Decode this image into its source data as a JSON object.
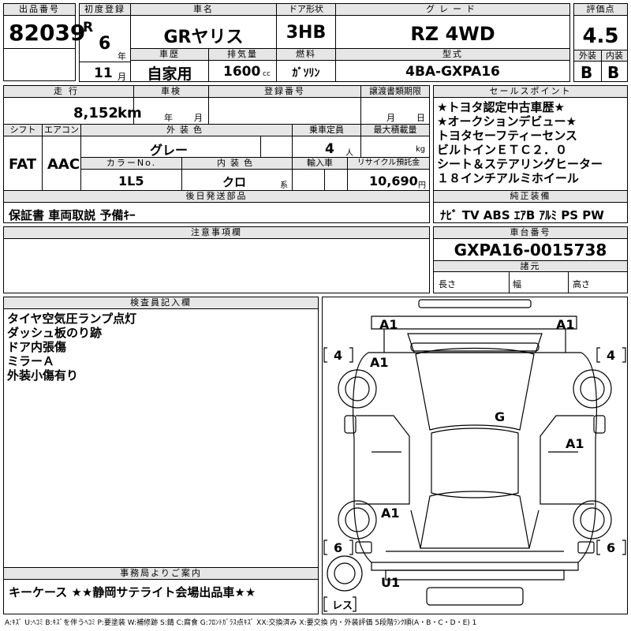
{
  "lot": {
    "label": "出品番号",
    "value": "82039"
  },
  "first_reg": {
    "label": "初度登録",
    "era": "R",
    "year": "6",
    "year_unit": "年",
    "month": "11",
    "month_unit": "月"
  },
  "car_name": {
    "label": "車名",
    "value": "GRヤリス"
  },
  "door": {
    "label": "ドア形状",
    "value": "3HB"
  },
  "grade": {
    "label": "グレード",
    "value": "RZ 4WD"
  },
  "score": {
    "label": "評価点",
    "value": "4.5",
    "ext_label": "外装",
    "int_label": "内装",
    "ext": "B",
    "int": "B"
  },
  "history": {
    "label": "車歴",
    "value": "自家用"
  },
  "displacement": {
    "label": "排気量",
    "value": "1600",
    "unit": "cc"
  },
  "fuel": {
    "label": "燃料",
    "value": "ｶﾞｿﾘﾝ"
  },
  "model_code": {
    "label": "型式",
    "value": "4BA-GXPA16"
  },
  "mileage": {
    "label": "走行",
    "value": "8,152",
    "unit": "km"
  },
  "inspection": {
    "label": "車検",
    "year_unit": "年",
    "month_unit": "月"
  },
  "reg_no": {
    "label": "登録番号"
  },
  "transfer": {
    "label": "譲渡書類期限",
    "month_unit": "月",
    "day_unit": "日"
  },
  "shift": {
    "label": "シフト",
    "value": "FAT"
  },
  "aircon": {
    "label": "エアコン",
    "value": "AAC"
  },
  "ext_color": {
    "label": "外装色",
    "value": "グレー"
  },
  "capacity": {
    "label": "乗車定員",
    "value": "4",
    "unit": "人"
  },
  "max_load": {
    "label": "最大積載量",
    "unit": "kg"
  },
  "color_no": {
    "label": "カラーNo.",
    "value": "1L5"
  },
  "int_color": {
    "label": "内装色",
    "value": "クロ",
    "unit": "系"
  },
  "import": {
    "label": "輸入車"
  },
  "recycle": {
    "label": "リサイクル預託金",
    "value": "10,690",
    "unit": "円"
  },
  "later_parts": {
    "label": "後日発送部品",
    "value": "保証書 車両取説 予備ｷｰ"
  },
  "sales_points": {
    "label": "セールスポイント",
    "lines": [
      "★トヨタ認定中古車歴★",
      "★オークションデビュー★",
      "トヨタセーフティーセンス",
      "ビルトインＥＴＣ２．０",
      "シート＆ステアリングヒーター",
      "１８インチアルミホイール"
    ]
  },
  "equipment": {
    "label": "純正装備",
    "value": "ﾅﾋﾞ TV ABS ｴｱB ｱﾙﾐ PS PW"
  },
  "notes": {
    "label": "注意事項欄"
  },
  "chassis": {
    "label": "車台番号",
    "value": "GXPA16-0015738"
  },
  "dims": {
    "label": "諸元",
    "length": "長さ",
    "width": "幅",
    "height": "高さ"
  },
  "inspector": {
    "label": "検査員記入欄",
    "lines": [
      "タイヤ空気圧ランプ点灯",
      "ダッシュ板のり跡",
      "ドア内張傷",
      "ミラーＡ",
      "外装小傷有り"
    ]
  },
  "office": {
    "label": "事務局よりご案内",
    "value": "キーケース ★★静岡サテライト会場出品車★★"
  },
  "diagram": {
    "marks": {
      "a1_fl": "A1",
      "a1_fr": "A1",
      "a1_door": "A1",
      "g": "G",
      "a1_right": "A1",
      "a1_rear": "A1",
      "u1": "U1"
    },
    "tire_fl": "4",
    "tire_fr": "4",
    "tire_rl": "6",
    "tire_rr": "6",
    "spare": "レス"
  },
  "legend": "A:ｷｽﾞ U:ﾍｺﾐ B:ｷｽﾞを伴うﾍｺﾐ P:要塗装 W:補修跡 S:錆 C:腐食 G:ﾌﾛﾝﾄｶﾞﾗｽ点ｷｽﾞ XX:交換済み X:要交換 内・外装評価 5段階ﾗﾝｸ順(A・B・C・D・E) 1"
}
